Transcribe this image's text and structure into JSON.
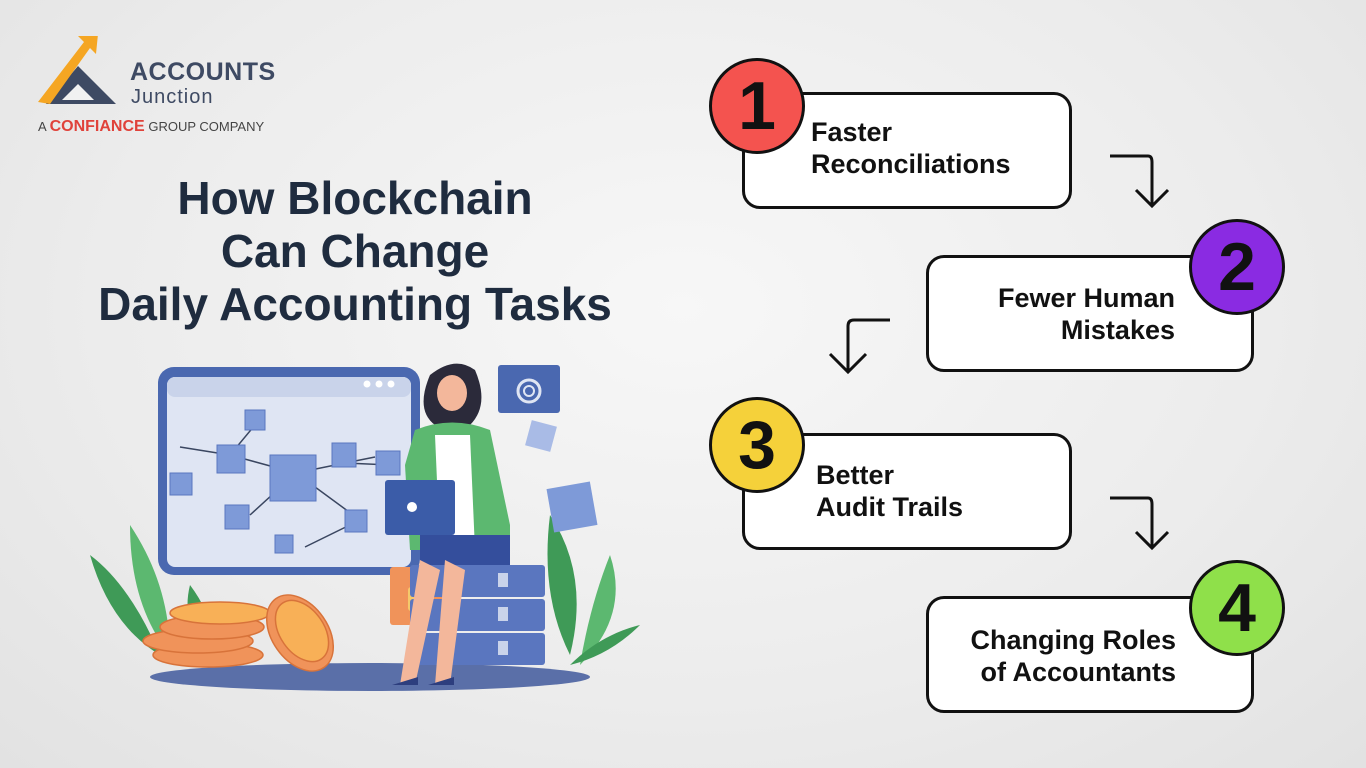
{
  "brand": {
    "name": "ACCOUNTS",
    "subname": "Junction",
    "group_prefix": "A",
    "group_name": "CONFIANCE",
    "group_suffix": "GROUP COMPANY",
    "colors": {
      "navy": "#3e4a63",
      "orange": "#f5a623",
      "red": "#e0423a"
    }
  },
  "title": {
    "lines": [
      "How Blockchain",
      "Can Change",
      "Daily Accounting Tasks"
    ]
  },
  "steps": [
    {
      "number": "1",
      "line1": "Faster",
      "line2": "Reconciliations",
      "color": "#f4534f"
    },
    {
      "number": "2",
      "line1": "Fewer Human",
      "line2": "Mistakes",
      "color": "#8a2be2"
    },
    {
      "number": "3",
      "line1": "Better",
      "line2": "Audit Trails",
      "color": "#f5d13a"
    },
    {
      "number": "4",
      "line1": "Changing Roles",
      "line2": "of Accountants",
      "color": "#8fe04a"
    }
  ],
  "illustration": {
    "description": "Woman with laptop sitting on servers beside blockchain screen, coins, lock, gear window"
  }
}
